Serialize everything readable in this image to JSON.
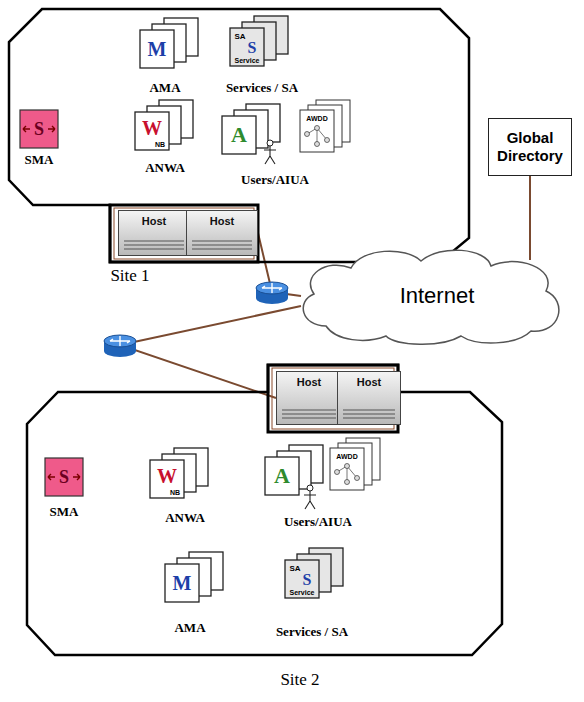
{
  "diagram": {
    "nodes": [
      {
        "text": [
          "Site 1"
        ]
      },
      {
        "text": [
          "Host"
        ],
        "in": 0
      },
      {
        "text": [
          "Host"
        ],
        "in": 0
      },
      {
        "text": [
          "Global Directory"
        ]
      },
      {
        "text": [
          "Internet"
        ]
      },
      {
        "text": [
          "Site 2"
        ]
      },
      {
        "text": [
          "Host"
        ],
        "in": 5
      },
      {
        "text": [
          "Host"
        ],
        "in": 5
      }
    ],
    "edges": [
      {
        "from": 2,
        "to": 4,
        "arrow": "none"
      },
      {
        "from": 3,
        "to": 4,
        "arrow": "none"
      },
      {
        "from": 6,
        "to": 4,
        "arrow": "none"
      }
    ],
    "labels": [
      "M",
      "AMA",
      "SA",
      "S",
      "Service",
      "Services / SA",
      "S",
      "SMA",
      "W",
      "NB",
      "ANWA",
      "A",
      "AWDD",
      "Users/AIUA",
      "S",
      "SMA",
      "W",
      "NB",
      "ANWA",
      "A",
      "AWDD",
      "Users/AIUA",
      "M",
      "AMA",
      "SA",
      "S",
      "Service",
      "Services / SA"
    ]
  }
}
